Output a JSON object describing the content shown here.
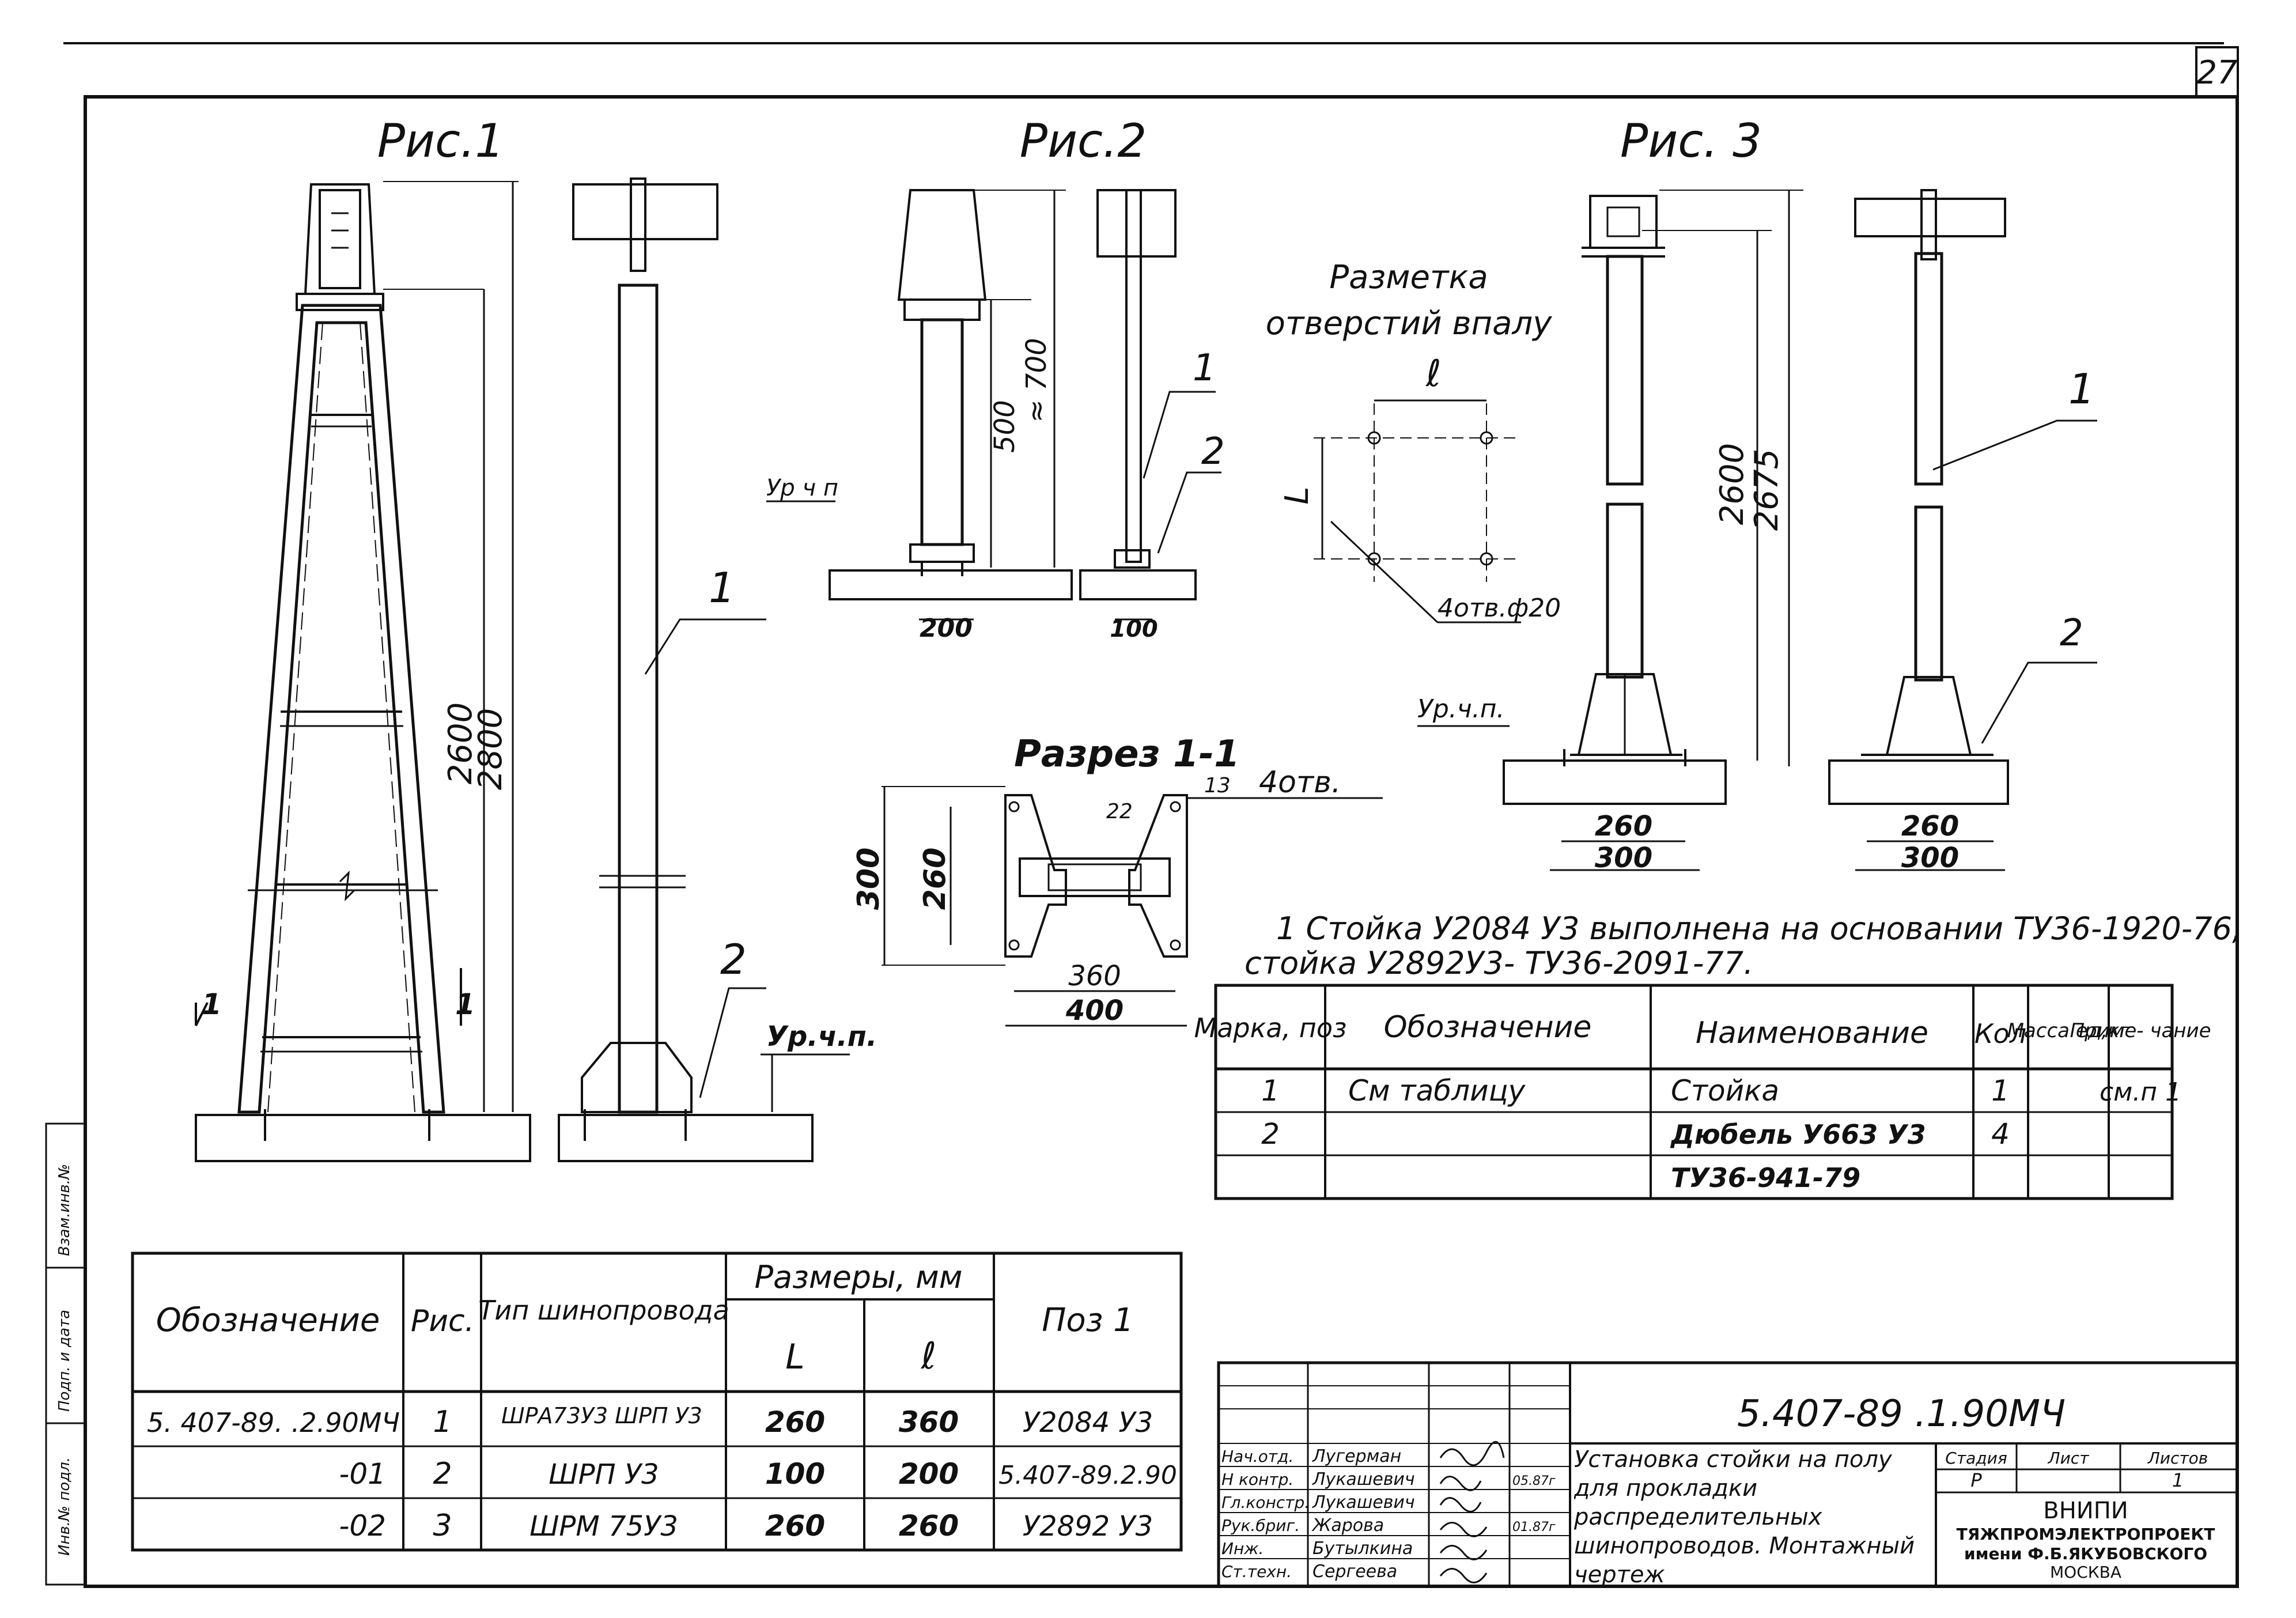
{
  "sheet_number": "27",
  "fig1_title": "Рис.1",
  "fig2_title": "Рис.2",
  "fig3_title": "Рис. 3",
  "markup_title_line1": "Разметка",
  "markup_title_line2": "отверстий впалу",
  "section_title": "Разрез 1-1",
  "cut_mark": "1",
  "dims": {
    "d2600": "2600",
    "d2800": "2800",
    "d500": "500",
    "d700": "≈ 700",
    "d200": "200",
    "d100": "100",
    "d2600b": "2600",
    "d2675": "2675",
    "d260": "260",
    "d300": "300",
    "d260b": "260",
    "d300b": "300",
    "s300": "300",
    "s260": "260",
    "s360": "360",
    "s400": "400",
    "s22": "22",
    "s13": "13",
    "holes4": "4отв.",
    "l_small": "ℓ",
    "L_small": "L",
    "holes_d20": "4отв.ф20"
  },
  "level_label": "Ур.ч.п.",
  "level_label2": "Ур ч п",
  "level_label3": "Ур.ч.п.",
  "pos1": "1",
  "pos2": "2",
  "note_line1": "1 Стойка У2084 У3 выполнена на основании ТУ36-1920-76,",
  "note_line2": "стойка У2892У3- ТУ36-2091-77.",
  "spec": {
    "headers": [
      "Марка, поз",
      "Обозначение",
      "Наименование",
      "Кол",
      "Масса ед,кг",
      "Приме- чание"
    ],
    "rows": [
      [
        "1",
        "См таблицу",
        "Стойка",
        "1",
        "",
        "см.п 1"
      ],
      [
        "2",
        "",
        "Дюбель У663 У3",
        "4",
        "",
        ""
      ],
      [
        "",
        "",
        "ТУ36-941-79",
        "",
        "",
        ""
      ]
    ]
  },
  "main_table": {
    "h_designation": "Обозначение",
    "h_fig": "Рис.",
    "h_type": "Тип шинопровода",
    "h_sizes": "Размеры, мм",
    "h_L": "L",
    "h_l": "ℓ",
    "h_pos": "Поз 1",
    "rows": [
      {
        "designation": "5. 407-89. .2.90МЧ",
        "fig": "1",
        "type": "ШРА73У3 ШРП У3",
        "L": "260",
        "l": "360",
        "pos": "У2084 У3"
      },
      {
        "designation": "-01",
        "fig": "2",
        "type": "ШРП У3",
        "L": "100",
        "l": "200",
        "pos": "5.407-89.2.90"
      },
      {
        "designation": "-02",
        "fig": "3",
        "type": "ШРМ 75У3",
        "L": "260",
        "l": "260",
        "pos": "У2892 У3"
      }
    ]
  },
  "title_block": {
    "doc_code": "5.407-89 .1.90МЧ",
    "roles": [
      "Нач.отд.",
      "Н контр.",
      "Гл.констр.",
      "Рук.бриг.",
      "Инж.",
      "Ст.техн."
    ],
    "names": [
      "Лугерман",
      "Лукашевич",
      "Лукашевич",
      "Жарова",
      "Бутылкина",
      "Сергеева"
    ],
    "dates": [
      "05.87г",
      "",
      "",
      "01.87г",
      "",
      ""
    ],
    "doc_title": "Установка стойки на полу для прокладки распределительных шинопроводов. Монтажный чертеж",
    "stage_label": "Стадия",
    "sheet_label": "Лист",
    "sheets_label": "Листов",
    "stage_value": "Р",
    "sheets_value": "1",
    "org_line1": "ВНИПИ",
    "org_line2": "ТЯЖПРОМЭЛЕКТРОПРОЕКТ",
    "org_line3": "имени Ф.Б.ЯКУБОВСКОГО",
    "org_line4": "МОСКВА"
  },
  "side_stamp": [
    "Инв.№ подл.",
    "Подп. и дата",
    "Взам.инв.№"
  ]
}
